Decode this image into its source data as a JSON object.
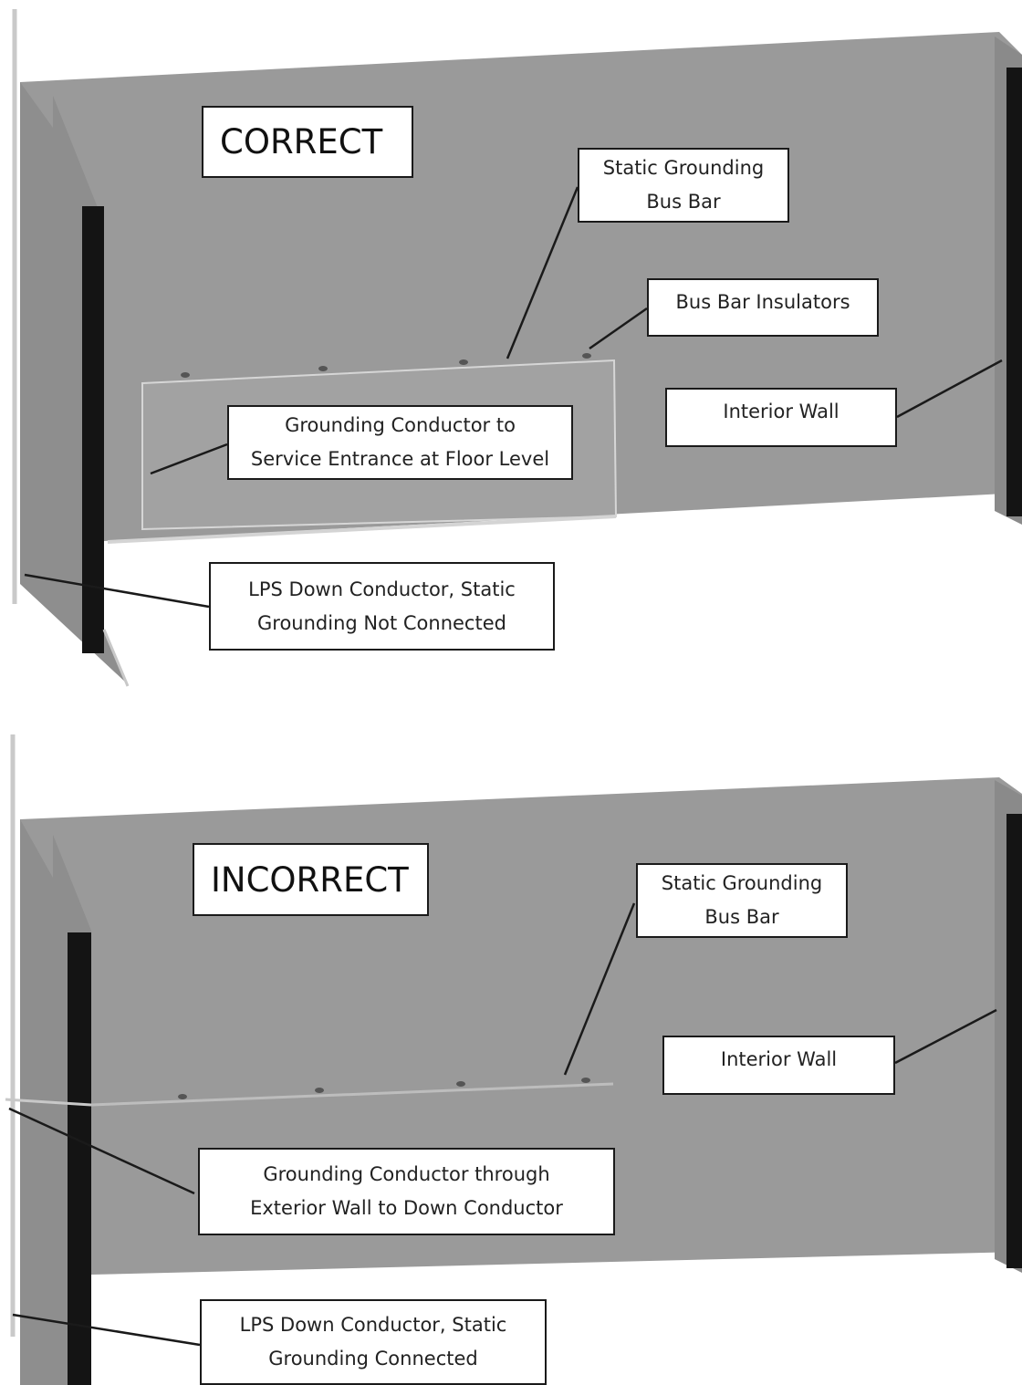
{
  "panels": {
    "correct": {
      "title": "CORRECT",
      "labels": {
        "bus_bar": "Static Grounding\nBus Bar",
        "insulators": "Bus Bar Insulators",
        "interior_wall": "Interior Wall",
        "conductor": "Grounding Conductor to\nService Entrance at Floor Level",
        "lps": "LPS Down Conductor, Static\nGrounding Not Connected"
      }
    },
    "incorrect": {
      "title": "INCORRECT",
      "labels": {
        "bus_bar": "Static Grounding\nBus Bar",
        "interior_wall": "Interior Wall",
        "conductor": "Grounding Conductor through\nExterior Wall to Down Conductor",
        "lps": "LPS Down Conductor, Static\nGrounding Connected"
      }
    }
  },
  "colors": {
    "wall": "#9a9a9a",
    "wall_side": "#8a8a8a",
    "dark_bar": "#141414",
    "conductor": "#c8c8c8",
    "leader": "#1a1a1a"
  }
}
